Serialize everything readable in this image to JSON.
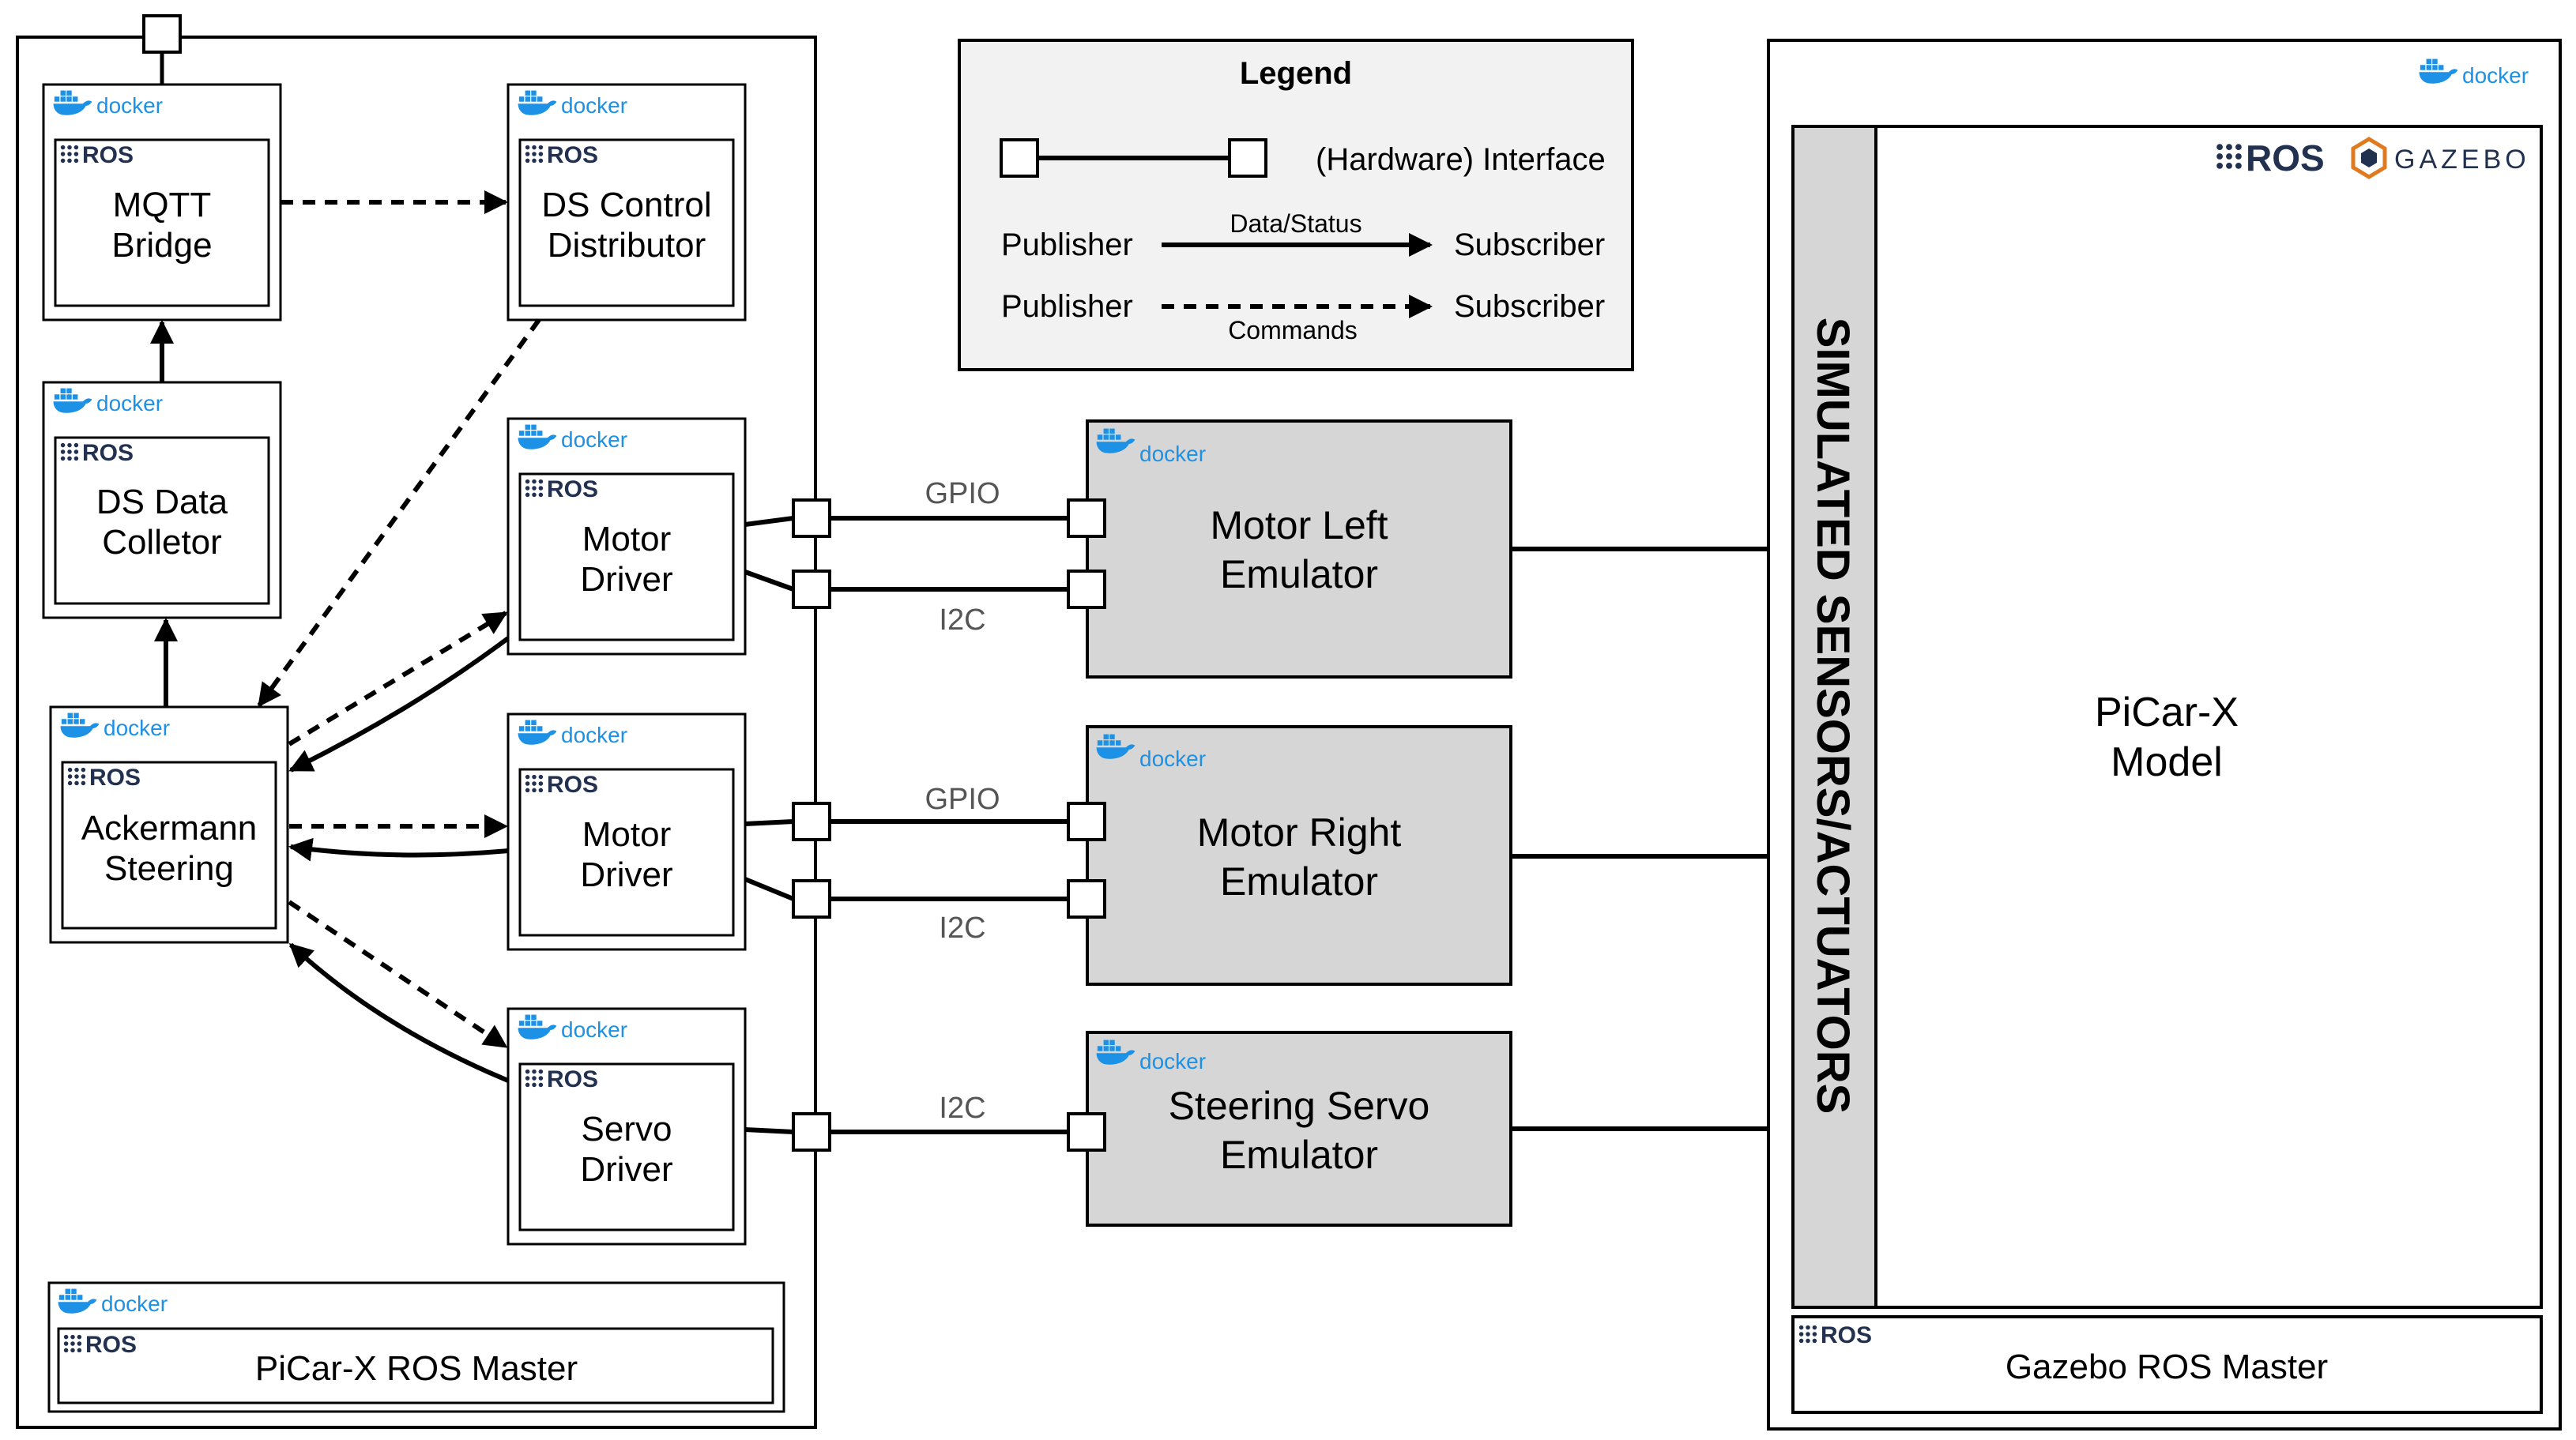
{
  "legend": {
    "title": "Legend",
    "interface_label": "(Hardware) Interface",
    "publisher_1": "Publisher",
    "subscriber_1": "Subscriber",
    "data_label": "Data/Status",
    "publisher_2": "Publisher",
    "subscriber_2": "Subscriber",
    "commands_label": "Commands"
  },
  "brand": {
    "docker": "docker",
    "ros": "ROS",
    "gazebo": "GAZEBO"
  },
  "nodes": {
    "mqtt": {
      "line1": "MQTT",
      "line2": "Bridge"
    },
    "ds_control": {
      "line1": "DS Control",
      "line2": "Distributor"
    },
    "ds_data": {
      "line1": "DS Data",
      "line2": "Colletor"
    },
    "motor_driver_1": {
      "line1": "Motor",
      "line2": "Driver"
    },
    "ackermann": {
      "line1": "Ackermann",
      "line2": "Steering"
    },
    "motor_driver_2": {
      "line1": "Motor",
      "line2": "Driver"
    },
    "servo_driver": {
      "line1": "Servo",
      "line2": "Driver"
    }
  },
  "picar_master": "PiCar-X ROS Master",
  "links": {
    "gpio_1": "GPIO",
    "i2c_1": "I2C",
    "gpio_2": "GPIO",
    "i2c_2": "I2C",
    "i2c_3": "I2C"
  },
  "emulators": {
    "motor_left": {
      "line1": "Motor Left",
      "line2": "Emulator"
    },
    "motor_right": {
      "line1": "Motor Right",
      "line2": "Emulator"
    },
    "servo": {
      "line1": "Steering Servo",
      "line2": "Emulator"
    }
  },
  "gazebo": {
    "sim_label": "SIMULATED SENSORS/ACTUATORS",
    "model_line1": "PiCar-X",
    "model_line2": "Model",
    "master": "Gazebo ROS Master"
  },
  "colors": {
    "docker_blue": "#1d91e6",
    "ros_navy": "#22314f",
    "emulator_fill": "#d6d6d6",
    "legend_fill": "#f2f2f2"
  }
}
